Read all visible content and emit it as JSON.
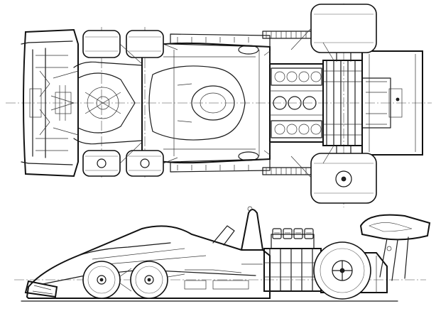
{
  "drawing": {
    "subject": "six-wheel-formula-one-car-cutaway",
    "views": [
      {
        "name": "plan-view",
        "wheels": 6
      },
      {
        "name": "side-elevation",
        "wheels": 3
      }
    ],
    "colors": {
      "ink": "#1a1a1a",
      "paper": "#ffffff"
    }
  }
}
